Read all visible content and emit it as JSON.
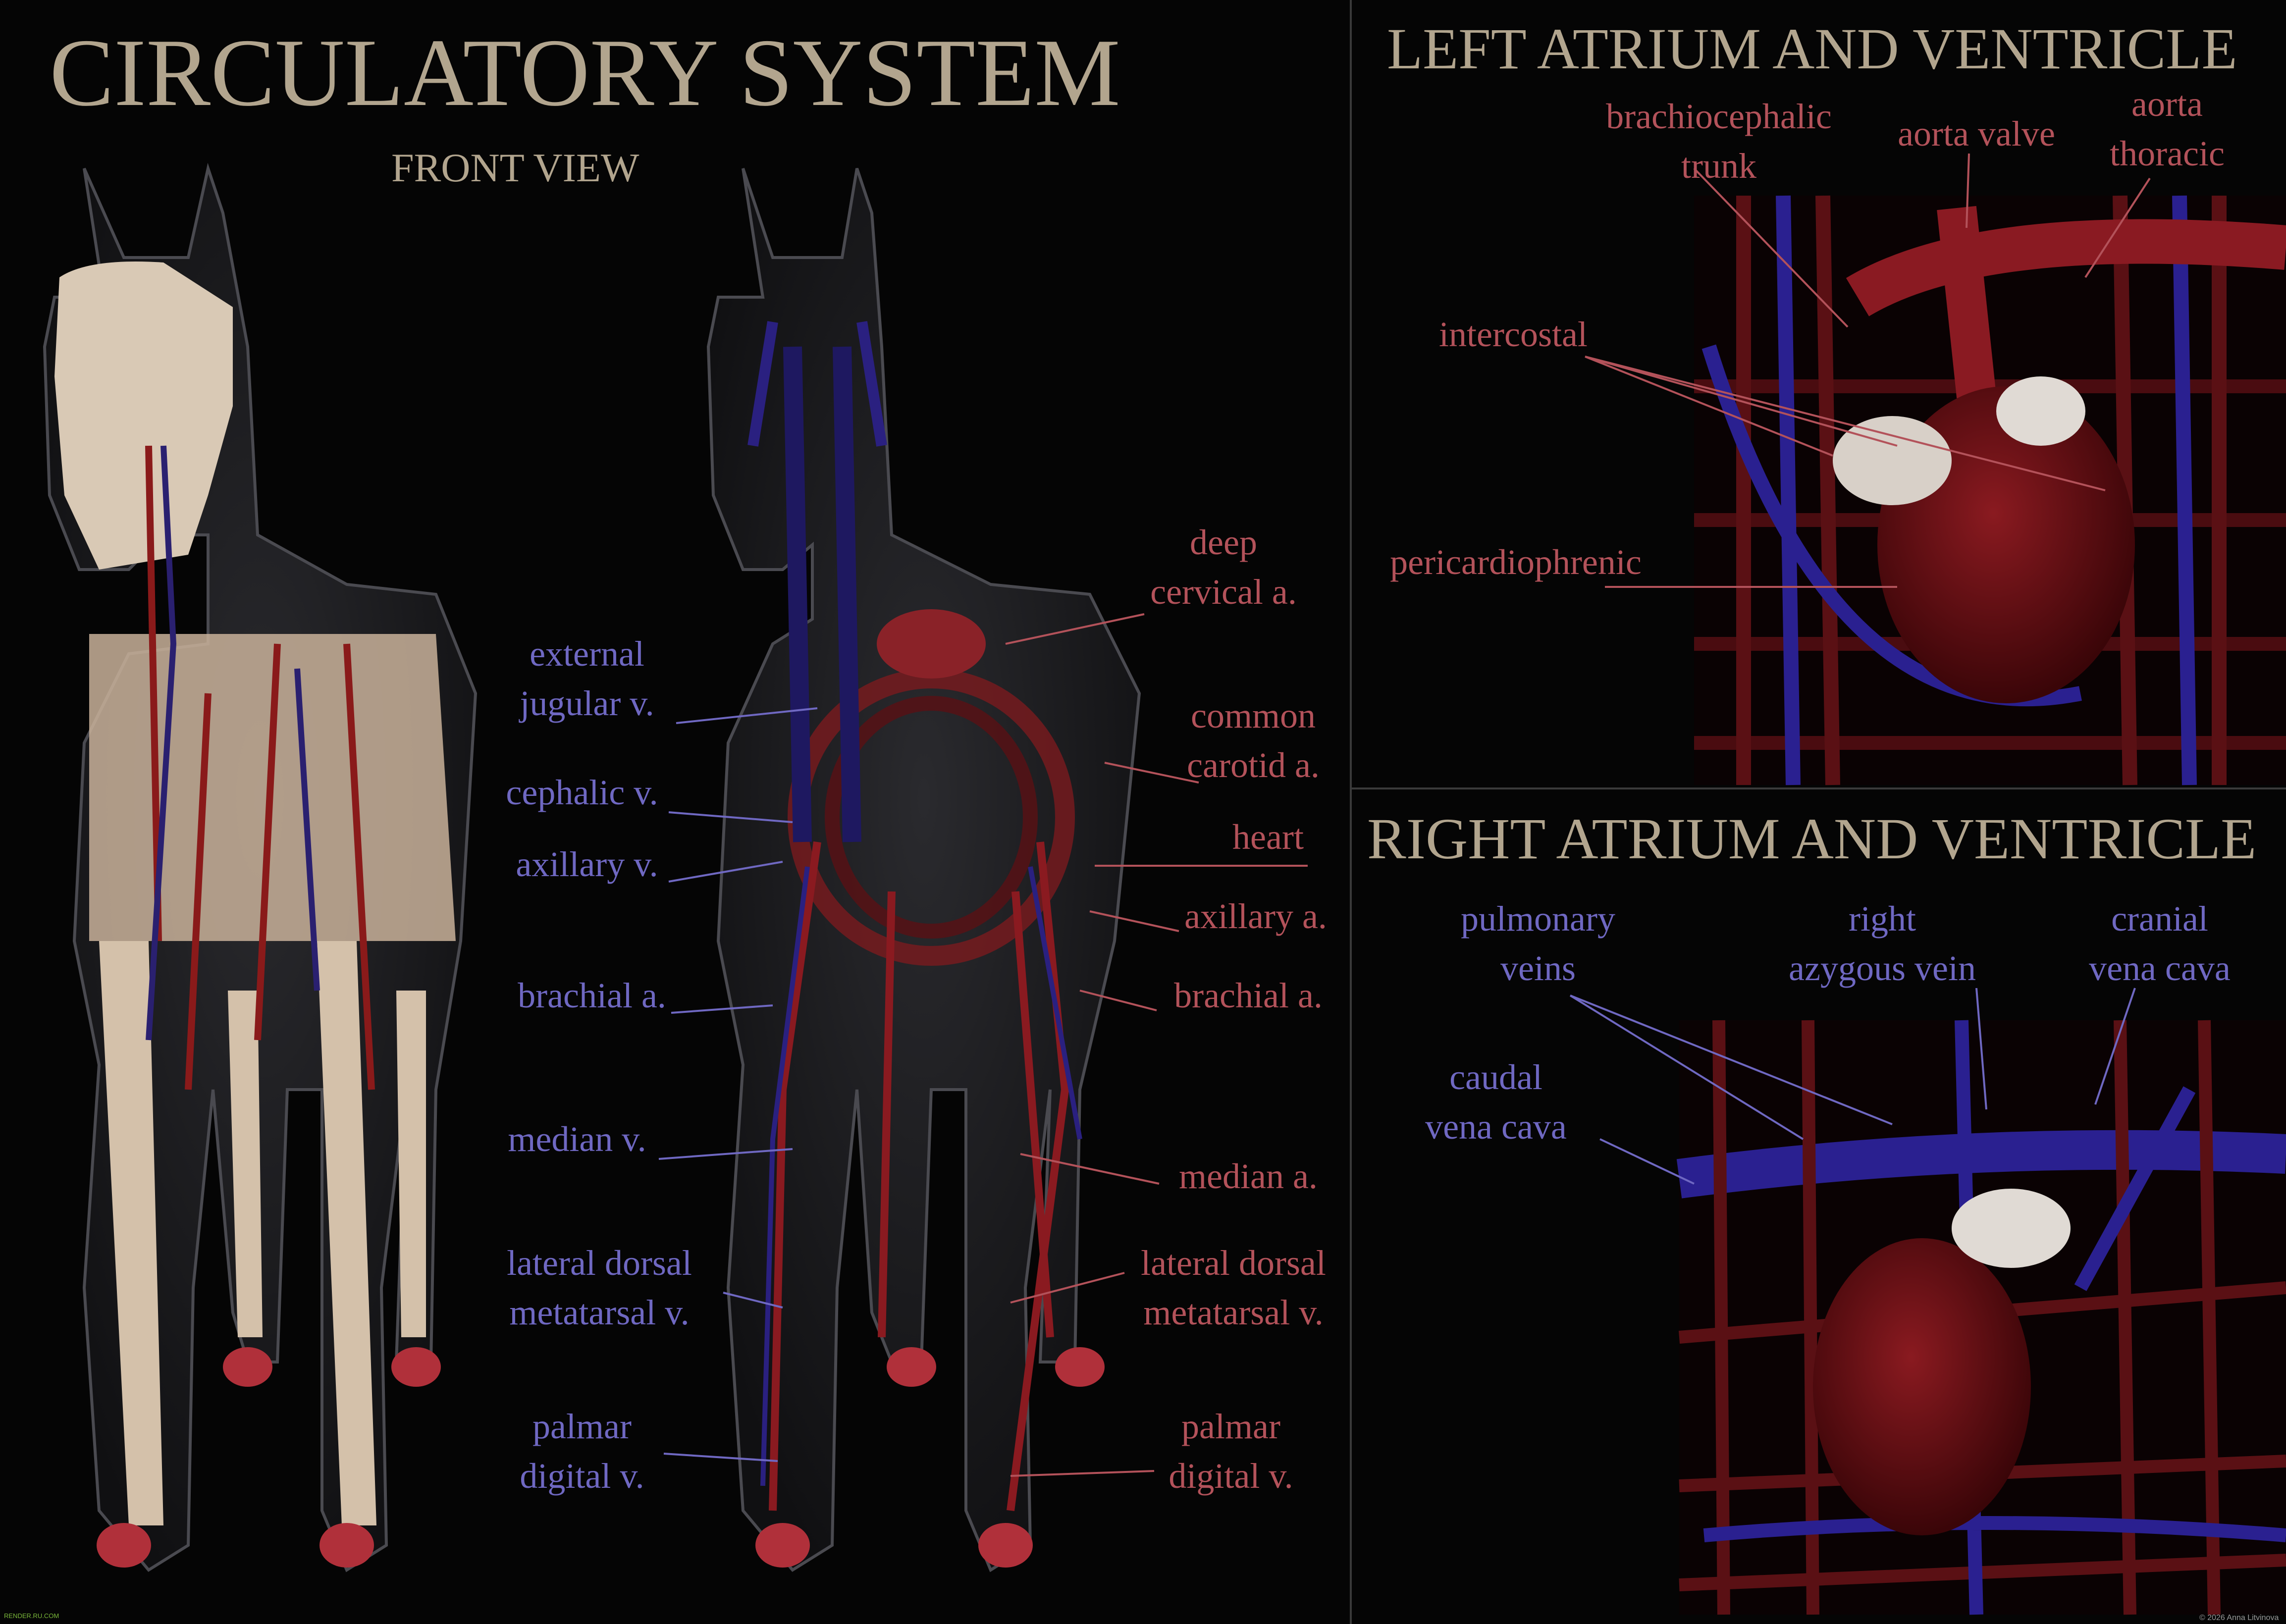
{
  "main_title": "CIRCULATORY SYSTEM",
  "subtitle": "FRONT VIEW",
  "left_heart_title": "LEFT ATRIUM AND VENTRICLE",
  "right_heart_title": "RIGHT ATRIUM AND VENTRICLE",
  "colors": {
    "vein_label": "#6f68c2",
    "artery_label": "#b3525a",
    "title": "#b2a58e",
    "background": "#050505"
  },
  "veins_labels": [
    [
      "external",
      "jugular v."
    ],
    [
      "cephalic v."
    ],
    [
      "axillary v."
    ],
    [
      "brachial a."
    ],
    [
      "median v."
    ],
    [
      "lateral dorsal",
      "metatarsal v."
    ],
    [
      "palmar",
      "digital v."
    ]
  ],
  "arteries_labels": [
    [
      "deep",
      "cervical a."
    ],
    [
      "common",
      "carotid a."
    ],
    [
      "heart"
    ],
    [
      "axillary a."
    ],
    [
      "brachial a."
    ],
    [
      "median  a."
    ],
    [
      "lateral dorsal",
      "metatarsal v."
    ],
    [
      "palmar",
      "digital v."
    ]
  ],
  "left_heart_labels": [
    [
      "brachiocephalic",
      "trunk"
    ],
    [
      "aorta valve"
    ],
    [
      "aorta",
      "thoracic"
    ],
    [
      "intercostal"
    ],
    [
      "pericardiophrenic"
    ]
  ],
  "right_heart_labels": [
    [
      "pulmonary",
      "veins"
    ],
    [
      "right",
      "azygous vein"
    ],
    [
      "cranial",
      "vena cava"
    ],
    [
      "caudal",
      "vena cava"
    ]
  ],
  "watermark": "RENDER.RU.COM",
  "copyright": "© 2026 Anna Litvinova"
}
